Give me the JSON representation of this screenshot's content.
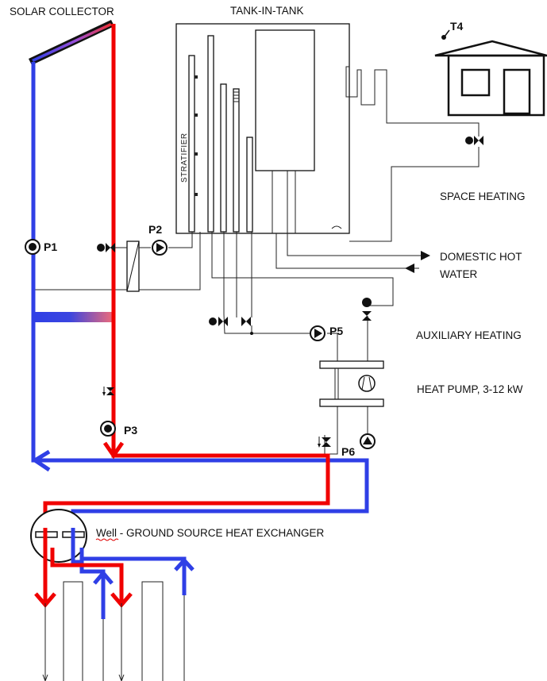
{
  "labels": {
    "solar_collector": "SOLAR COLLECTOR",
    "tank_in_tank": "TANK-IN-TANK",
    "stratifier": "STRATIFIER",
    "space_heating": "SPACE HEATING",
    "domestic_hot_line1": "DOMESTIC HOT",
    "domestic_hot_line2": "WATER",
    "auxiliary_heating": "AUXILIARY HEATING",
    "heat_pump": "HEAT PUMP, 3-12 kW",
    "well_word": "Well",
    "well_rest": " - GROUND SOURCE HEAT EXCHANGER",
    "t4": "T4"
  },
  "pumps": {
    "p1": "P1",
    "p2": "P2",
    "p3": "P3",
    "p5": "P5",
    "p6": "P6"
  },
  "colors": {
    "hot": "#f00000",
    "cold": "#2f3fe6",
    "line": "#222222"
  }
}
